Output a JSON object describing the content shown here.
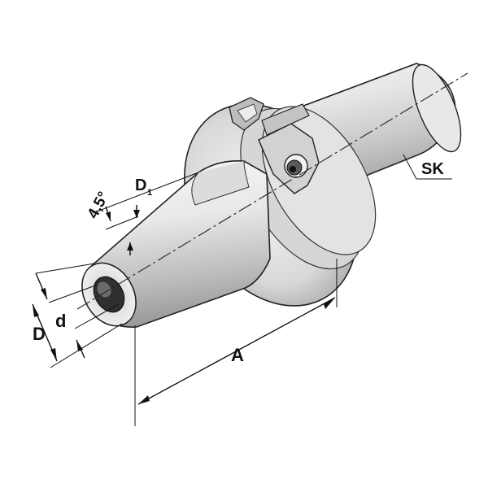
{
  "labels": {
    "sk": "SK",
    "a": "A",
    "d_outer": "D",
    "d_inner": "d",
    "d1_main": "D",
    "d1_sub": "1",
    "angle": "4,5°"
  }
}
